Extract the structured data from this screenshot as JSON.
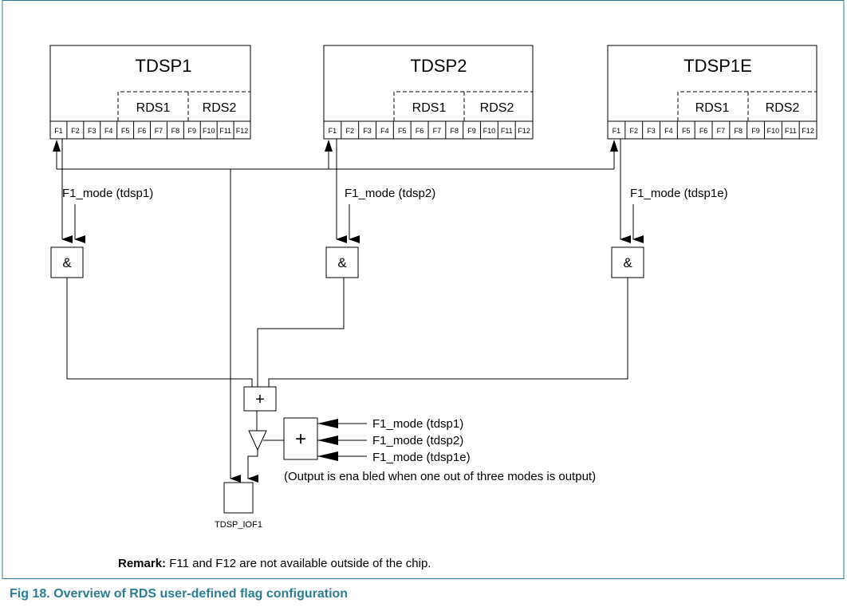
{
  "blocks": [
    {
      "name": "TDSP1",
      "rds1": "RDS1",
      "rds2": "RDS2"
    },
    {
      "name": "TDSP2",
      "rds1": "RDS1",
      "rds2": "RDS2"
    },
    {
      "name": "TDSP1E",
      "rds1": "RDS1",
      "rds2": "RDS2"
    }
  ],
  "flags": [
    "F1",
    "F2",
    "F3",
    "F4",
    "F5",
    "F6",
    "F7",
    "F8",
    "F9",
    "F10",
    "F11",
    "F12"
  ],
  "mode_labels": [
    "F1_mode (tdsp1)",
    "F1_mode (tdsp2)",
    "F1_mode (tdsp1e)"
  ],
  "and_gate_symbol": "&",
  "or_gate_symbol": "+",
  "or_inputs": [
    "F1_mode (tdsp1)",
    "F1_mode (tdsp2)",
    "F1_mode (tdsp1e)"
  ],
  "enable_note": "(Output is ena bled when one out of three modes is output)",
  "io_pin_label": "TDSP_IOF1",
  "remark_label": "Remark:",
  "remark_text": " F11 and F12 are not available outside of the chip.",
  "caption": "Fig 18.  Overview of RDS user-defined flag configuration"
}
